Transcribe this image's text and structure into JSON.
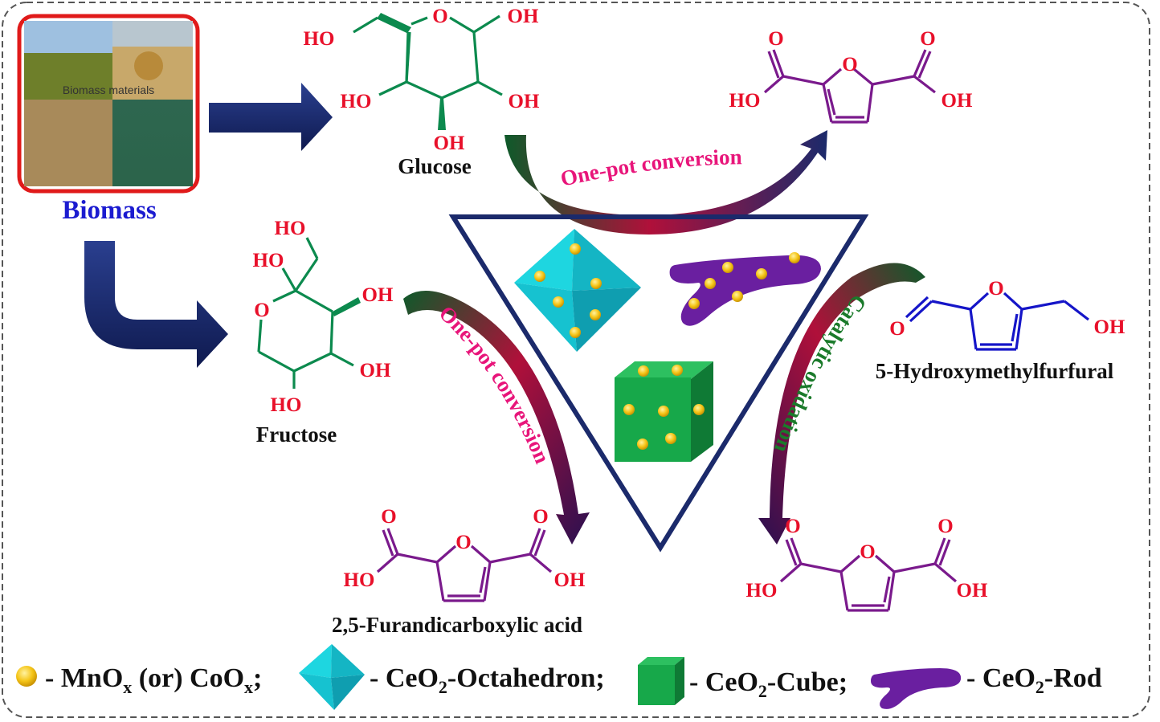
{
  "labels": {
    "biomass": "Biomass",
    "biomass_photo": "Biomass materials",
    "glucose": "Glucose",
    "fructose": "Fructose",
    "hmf": "5-Hydroxymethylfurfural",
    "fdca": "2,5-Furandicarboxylic acid",
    "one_pot_top": "One-pot conversion",
    "one_pot_left": "One-pot conversion",
    "catalytic_oxidation": "Catalytic oxidation"
  },
  "atoms": {
    "ho": "HO",
    "oh": "OH",
    "o": "O"
  },
  "legend": {
    "mnox_prefix": "- MnO",
    "x_sub": "x",
    "or": " (or) CoO",
    "semi": ";",
    "octa_prefix": "- CeO",
    "two_sub": "2",
    "octa_suffix": "-Octahedron;",
    "cube_prefix": "- CeO",
    "cube_suffix": "-Cube;",
    "rod_prefix": "- CeO",
    "rod_suffix": "-Rod"
  },
  "colors": {
    "navy_arrow": "#1b2a6b",
    "glucose_green": "#0c8a4e",
    "product_purple": "#7a1a8c",
    "hmf_blue": "#1515c8",
    "label_pink": "#e8157a",
    "label_green": "#1a7a2a",
    "octahedron_cyan": "#19c9d6",
    "cube_green": "#17a84a",
    "rod_purple": "#6a1fa0",
    "nanoparticle_gold": "#f5c518"
  }
}
